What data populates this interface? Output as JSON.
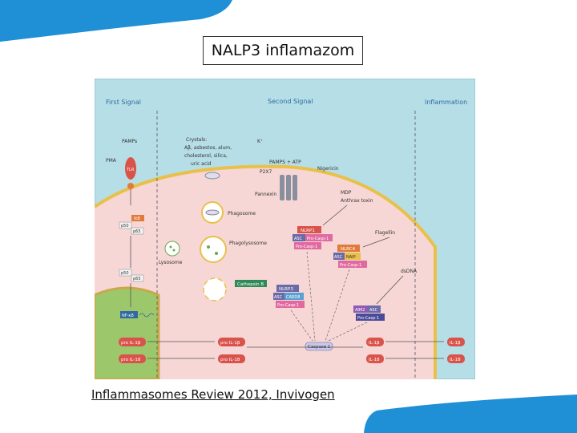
{
  "slide": {
    "title": "NALP3 inflamazom",
    "caption": "Inflammasomes Review 2012, Invivogen"
  },
  "figure": {
    "headers": {
      "first_signal": "First Signal",
      "second_signal": "Second Signal",
      "inflammation": "Inflammation"
    },
    "labels": {
      "pamps": "PAMPs",
      "pma": "PMA",
      "tlr": "TLR",
      "crystals_title": "Crystals:",
      "crystals_1": "Aβ, asbestos, alum,",
      "crystals_2": "cholesterol, silica,",
      "crystals_3": "uric acid",
      "k_plus": "K⁺",
      "pamps_atp": "PAMPS + ATP",
      "p2x7": "P2X7",
      "nigericin": "Nigericin",
      "pannexin": "Pannexin",
      "mdp": "MDP",
      "anthrax": "Anthrax toxin",
      "phagosome": "Phagosome",
      "phagolysosome": "Phagolysosome",
      "lysosome": "Lysosome",
      "flagellin": "Flagellin",
      "dsdna": "dsDNA",
      "ikb": "IkB",
      "p50a": "p50",
      "p65a": "p65",
      "p50b": "p50",
      "p65b": "p65",
      "nfkb": "NF-κB",
      "nlrp1": "NLRP1",
      "asc1": "ASC",
      "procasp1a": "Pro-Casp-1",
      "procasp1b": "Pro-Casp-1",
      "nlrc4": "NLRC4",
      "asc2": "ASC",
      "naip": "NAIP",
      "procasp1c": "Pro-Casp-1",
      "cathepsin": "Cathepsin B",
      "nlrp3": "NLRP3",
      "asc3": "ASC",
      "card8": "CARD8",
      "procasp1d": "Pro-Casp-1",
      "aim2": "AIM2",
      "asc4": "ASC",
      "procasp1e": "Pro-Casp-1",
      "pro_il1b_n": "pro IL-1β",
      "pro_il18_n": "pro IL-18",
      "pro_il1b_c": "pro IL-1β",
      "pro_il18_c": "pro IL-18",
      "caspase1": "Caspase 1",
      "il1b_c": "IL-1β",
      "il18_c": "IL-18",
      "il1b_out": "IL-1β",
      "il18_out": "IL-18"
    }
  },
  "colors": {
    "background_blue": "#b6dee7",
    "cytoplasm_pink": "#f6d7d5",
    "nucleus_green": "#9cc86b",
    "membrane_yellow": "#e8c04a",
    "header_blue": "#2f6aa1",
    "slide_accent": "#1f8fd6"
  }
}
